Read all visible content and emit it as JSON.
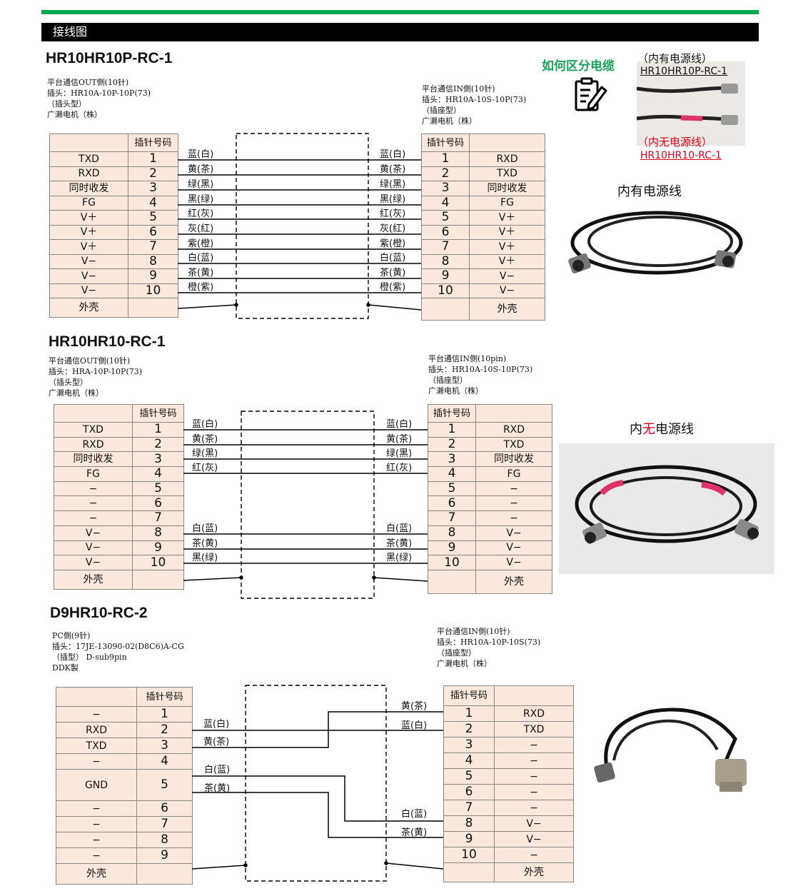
{
  "header": {
    "title": "接线图"
  },
  "side": {
    "howto": "如何区分电缆",
    "with_power_label": "（内有电源线）",
    "with_power_model": "HR10HR10P-RC-1",
    "no_power_label": "（内无电源线）",
    "no_power_model": "HR10HR10-RC-1",
    "photo1_caption": "内有电源线",
    "photo2_caption_a": "内",
    "photo2_caption_b": "无",
    "photo2_caption_c": "电源线"
  },
  "diagrams": [
    {
      "title": "HR10HR10P-RC-1",
      "left_info": "平台通信OUT側(10针)\n插头：HR10A-10P-10P(73)\n（插头型）\n广濑电机（株）",
      "right_info": "平台通信IN側(10针)\n插头：HR10A-10S-10P(73)\n（插座型）\n广濑电机（株）",
      "header_label": "插针号码",
      "left_rows": [
        [
          "TXD",
          "1"
        ],
        [
          "RXD",
          "2"
        ],
        [
          "同时收发",
          "3"
        ],
        [
          "FG",
          "4"
        ],
        [
          "V＋",
          "5"
        ],
        [
          "V＋",
          "6"
        ],
        [
          "V＋",
          "7"
        ],
        [
          "V−",
          "8"
        ],
        [
          "V−",
          "9"
        ],
        [
          "V−",
          "10"
        ]
      ],
      "right_rows": [
        [
          "1",
          "RXD"
        ],
        [
          "2",
          "TXD"
        ],
        [
          "3",
          "同时收发"
        ],
        [
          "4",
          "FG"
        ],
        [
          "5",
          "V＋"
        ],
        [
          "6",
          "V＋"
        ],
        [
          "7",
          "V＋"
        ],
        [
          "8",
          "V＋"
        ],
        [
          "9",
          "V−"
        ],
        [
          "10",
          "V−"
        ]
      ],
      "shell": "外壳",
      "wires_left": [
        "蓝(白)",
        "黄(茶)",
        "绿(黑)",
        "黑(绿)",
        "红(灰)",
        "灰(红)",
        "紫(橙)",
        "白(蓝)",
        "茶(黄)",
        "橙(紫)"
      ],
      "wires_right": [
        "蓝(白)",
        "黄(茶)",
        "绿(黑)",
        "黑(绿)",
        "红(灰)",
        "灰(红)",
        "紫(橙)",
        "白(蓝)",
        "茶(黄)",
        "橙(紫)"
      ]
    },
    {
      "title": "HR10HR10-RC-1",
      "left_info": "平台通信OUT側(10针)\n插头：HRA-10P-10P(73)\n（插头型）\n广濑电机（株）",
      "right_info": "平台通信IN側(10pin)\n插头：HR10A-10S-10P(73)\n（插座型）\n广濑电机（株）",
      "header_label": "插针号码",
      "left_rows": [
        [
          "TXD",
          "1"
        ],
        [
          "RXD",
          "2"
        ],
        [
          "同时收发",
          "3"
        ],
        [
          "FG",
          "4"
        ],
        [
          "−",
          "5"
        ],
        [
          "−",
          "6"
        ],
        [
          "−",
          "7"
        ],
        [
          "V−",
          "8"
        ],
        [
          "V−",
          "9"
        ],
        [
          "V−",
          "10"
        ]
      ],
      "right_rows": [
        [
          "1",
          "RXD"
        ],
        [
          "2",
          "TXD"
        ],
        [
          "3",
          "同时收发"
        ],
        [
          "4",
          "FG"
        ],
        [
          "5",
          "−"
        ],
        [
          "6",
          "−"
        ],
        [
          "7",
          "−"
        ],
        [
          "8",
          "V−"
        ],
        [
          "9",
          "V−"
        ],
        [
          "10",
          "V−"
        ]
      ],
      "shell": "外壳",
      "wires_left": [
        "蓝(白)",
        "黄(茶)",
        "绿(黑)",
        "红(灰)",
        "白(蓝)",
        "茶(黄)",
        "黑(绿)"
      ],
      "wires_right": [
        "蓝(白)",
        "黄(茶)",
        "绿(黑)",
        "红(灰)",
        "白(蓝)",
        "茶(黄)",
        "黑(绿)"
      ]
    },
    {
      "title": "D9HR10-RC-2",
      "left_info": "PC側(9针)\n插头：17JE-13090-02(D8C6)A-CG\n（插型） D-sub9pin\nDDK製",
      "right_info": "平台通信IN側(10针)\n插头：HR10A-10P-10S(73)\n（插座型）\n广濑电机（株）",
      "header_label": "插针号码",
      "left_rows": [
        [
          "−",
          "1"
        ],
        [
          "RXD",
          "2"
        ],
        [
          "TXD",
          "3"
        ],
        [
          "−",
          "4"
        ],
        [
          "GND",
          "5"
        ],
        [
          "−",
          "6"
        ],
        [
          "−",
          "7"
        ],
        [
          "−",
          "8"
        ],
        [
          "−",
          "9"
        ]
      ],
      "right_rows": [
        [
          "1",
          "RXD"
        ],
        [
          "2",
          "TXD"
        ],
        [
          "3",
          "−"
        ],
        [
          "4",
          "−"
        ],
        [
          "5",
          "−"
        ],
        [
          "6",
          "−"
        ],
        [
          "7",
          "−"
        ],
        [
          "8",
          "V−"
        ],
        [
          "9",
          "V−"
        ],
        [
          "10",
          "−"
        ]
      ],
      "shell": "外壳",
      "wires_left": [
        "蓝(白)",
        "黄(茶)",
        "白(蓝)",
        "茶(黄)"
      ],
      "wires_right": [
        "黄(茶)",
        "蓝(白)",
        "白(蓝)",
        "茶(黄)"
      ]
    }
  ]
}
